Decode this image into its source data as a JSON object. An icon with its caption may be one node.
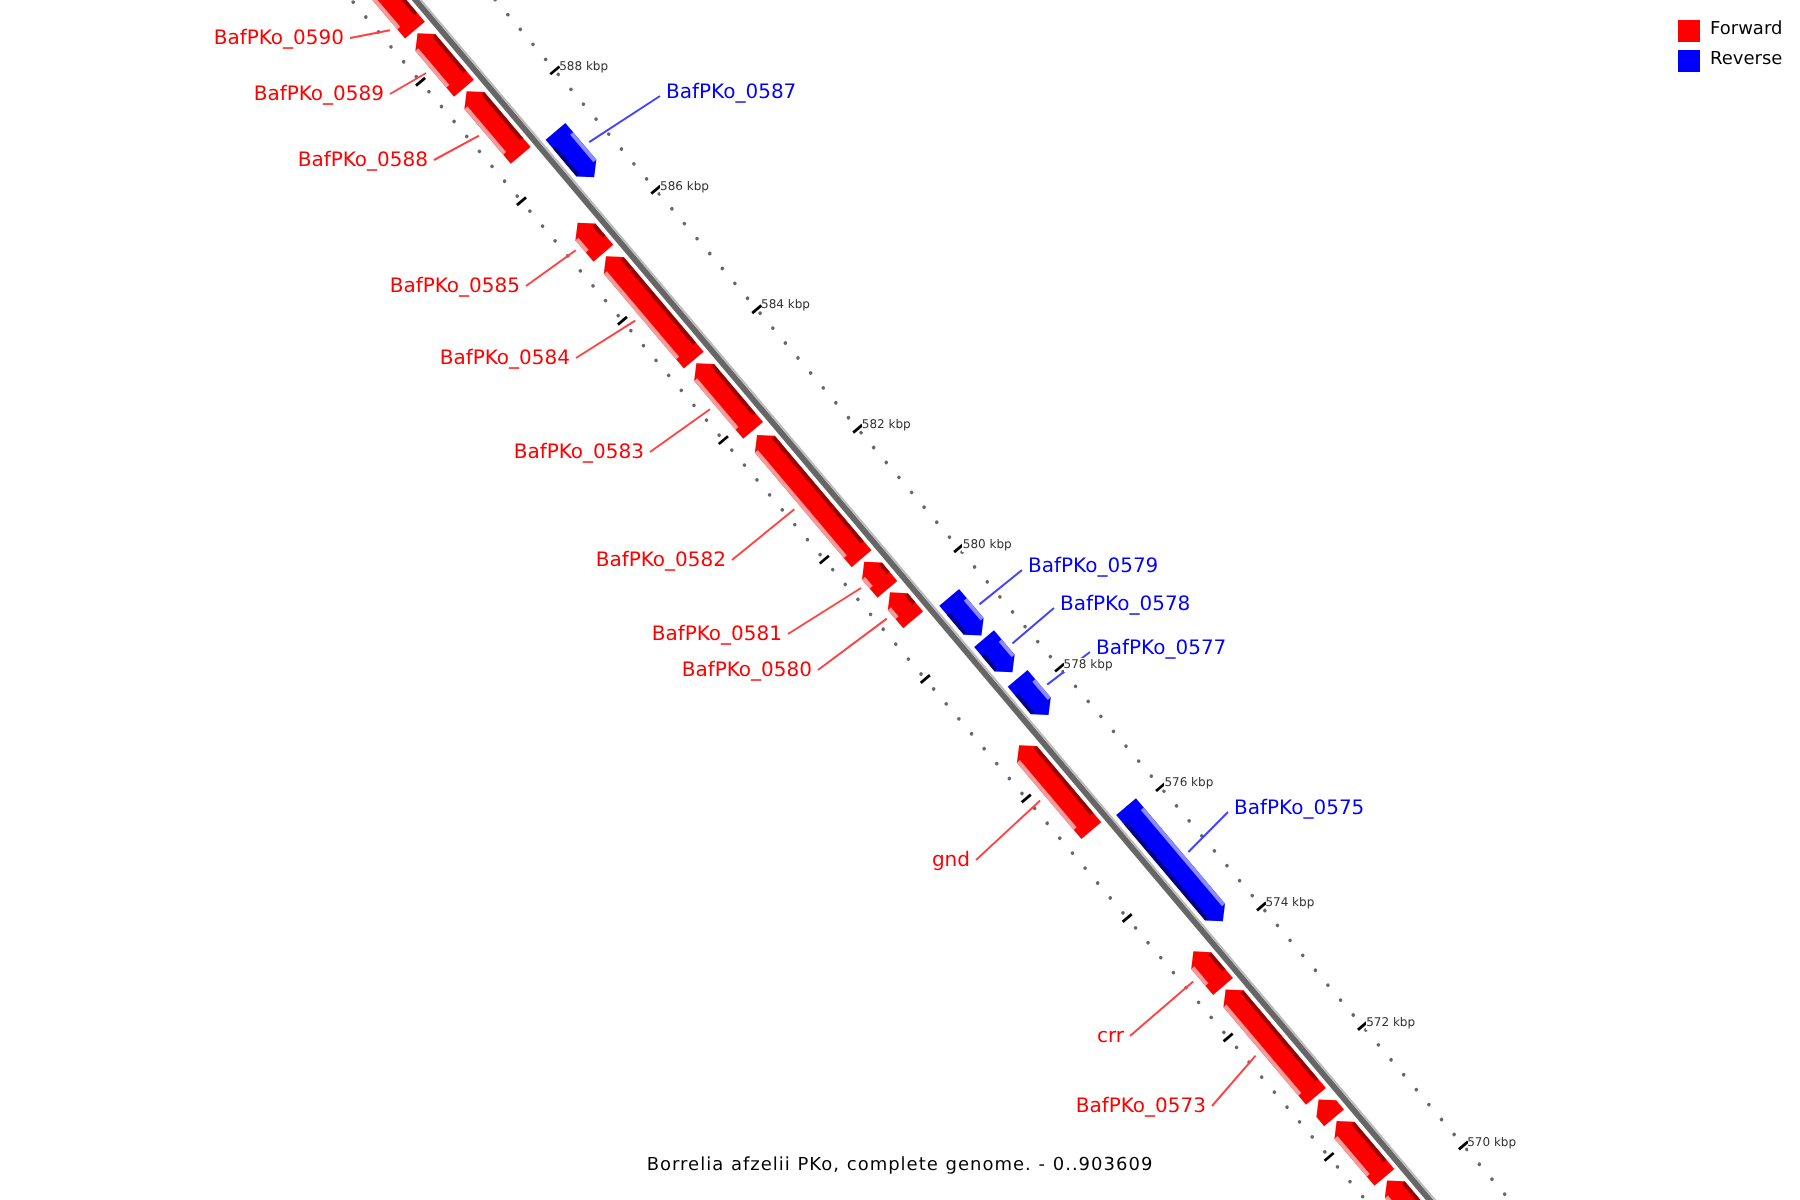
{
  "diagram": {
    "caption": "Borrelia afzelii PKo, complete genome. - 0..903609",
    "nodes": [
      {
        "text": [
          "BafPKo_0590"
        ]
      },
      {
        "text": [],
        "shape": "box"
      },
      {
        "text": [
          "BafPKo_0589"
        ]
      },
      {
        "text": [],
        "shape": "box"
      },
      {
        "text": [
          "BafPKo_0588"
        ]
      },
      {
        "text": [],
        "shape": "box"
      },
      {
        "text": [
          "BafPKo_0587"
        ]
      },
      {
        "text": [],
        "shape": "box"
      },
      {
        "text": [
          "BafPKo_0585"
        ]
      },
      {
        "text": [],
        "shape": "box"
      },
      {
        "text": [
          "BafPKo_0584"
        ]
      },
      {
        "text": [],
        "shape": "box"
      },
      {
        "text": [
          "BafPKo_0583"
        ]
      },
      {
        "text": [],
        "shape": "box"
      },
      {
        "text": [
          "BafPKo_0582"
        ]
      },
      {
        "text": [],
        "shape": "box"
      },
      {
        "text": [
          "BafPKo_0581"
        ]
      },
      {
        "text": [],
        "shape": "box"
      },
      {
        "text": [
          "BafPKo_0580"
        ]
      },
      {
        "text": [],
        "shape": "box"
      },
      {
        "text": [
          "BafPKo_0579"
        ]
      },
      {
        "text": [],
        "shape": "box"
      },
      {
        "text": [
          "BafPKo_0578"
        ]
      },
      {
        "text": [],
        "shape": "box"
      },
      {
        "text": [
          "BafPKo_0577"
        ]
      },
      {
        "text": [],
        "shape": "box"
      },
      {
        "text": [
          "gnd"
        ]
      },
      {
        "text": [],
        "shape": "box"
      },
      {
        "text": [
          "BafPKo_0575"
        ]
      },
      {
        "text": [],
        "shape": "box"
      },
      {
        "text": [
          "crr"
        ]
      },
      {
        "text": [],
        "shape": "box"
      },
      {
        "text": [
          "BafPKo_0573"
        ]
      },
      {
        "text": [],
        "shape": "box"
      },
      {
        "text": [],
        "shape": "box"
      },
      {
        "text": [],
        "shape": "box"
      },
      {
        "text": [],
        "shape": "box"
      }
    ],
    "edges": [
      {
        "from": 0,
        "to": 1,
        "arrow": "none"
      },
      {
        "from": 2,
        "to": 3,
        "arrow": "none"
      },
      {
        "from": 4,
        "to": 5,
        "arrow": "none"
      },
      {
        "from": 6,
        "to": 7,
        "arrow": "none",
        "color": "#4040ff"
      },
      {
        "from": 8,
        "to": 9,
        "arrow": "none"
      },
      {
        "from": 10,
        "to": 11,
        "arrow": "none"
      },
      {
        "from": 12,
        "to": 13,
        "arrow": "none"
      },
      {
        "from": 14,
        "to": 15,
        "arrow": "none"
      },
      {
        "from": 16,
        "to": 17,
        "arrow": "none"
      },
      {
        "from": 18,
        "to": 19,
        "arrow": "none"
      },
      {
        "from": 20,
        "to": 21,
        "arrow": "none",
        "color": "#4040ff"
      },
      {
        "from": 22,
        "to": 23,
        "arrow": "none",
        "color": "#4040ff"
      },
      {
        "from": 24,
        "to": 25,
        "arrow": "none",
        "color": "#4040ff"
      },
      {
        "from": 26,
        "to": 27,
        "arrow": "none"
      },
      {
        "from": 28,
        "to": 29,
        "arrow": "none",
        "color": "#4040ff"
      },
      {
        "from": 30,
        "to": 31,
        "arrow": "none"
      },
      {
        "from": 32,
        "to": 33,
        "arrow": "none"
      }
    ],
    "labels": [
      "588 kbp",
      "586 kbp",
      "584 kbp",
      "582 kbp",
      "580 kbp",
      "578 kbp",
      "576 kbp",
      "574 kbp",
      "572 kbp",
      "570 kbp"
    ],
    "legend": [
      {
        "text": "Forward",
        "color": "#ff0000"
      },
      {
        "text": "Reverse",
        "color": "#0000ff"
      }
    ]
  }
}
